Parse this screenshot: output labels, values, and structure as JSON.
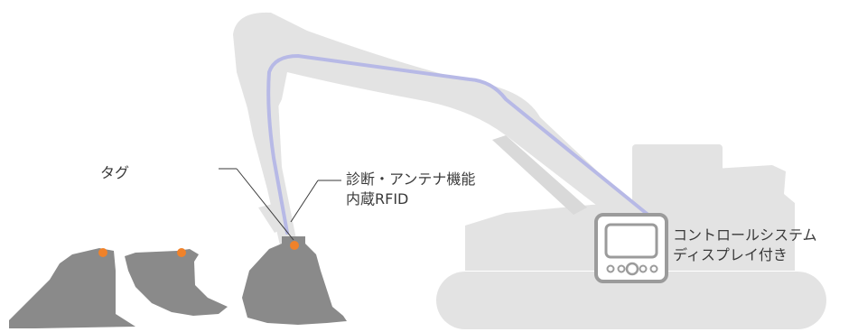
{
  "labels": {
    "tag": "タグ",
    "rfid_line1": "診断・アンテナ機能",
    "rfid_line2": "内蔵RFID",
    "display_line1": "コントロールシステム",
    "display_line2": "ディスプレイ付き"
  },
  "colors": {
    "machine": "#e3e3e3",
    "bucket": "#8a8a8a",
    "tag_dot": "#f0822a",
    "cable": "#b7b9e6",
    "leader": "#3a3a3a",
    "display_frame": "#9b9b9b"
  },
  "icons": {
    "tag": "tag-dot-icon",
    "display": "control-display-icon"
  }
}
